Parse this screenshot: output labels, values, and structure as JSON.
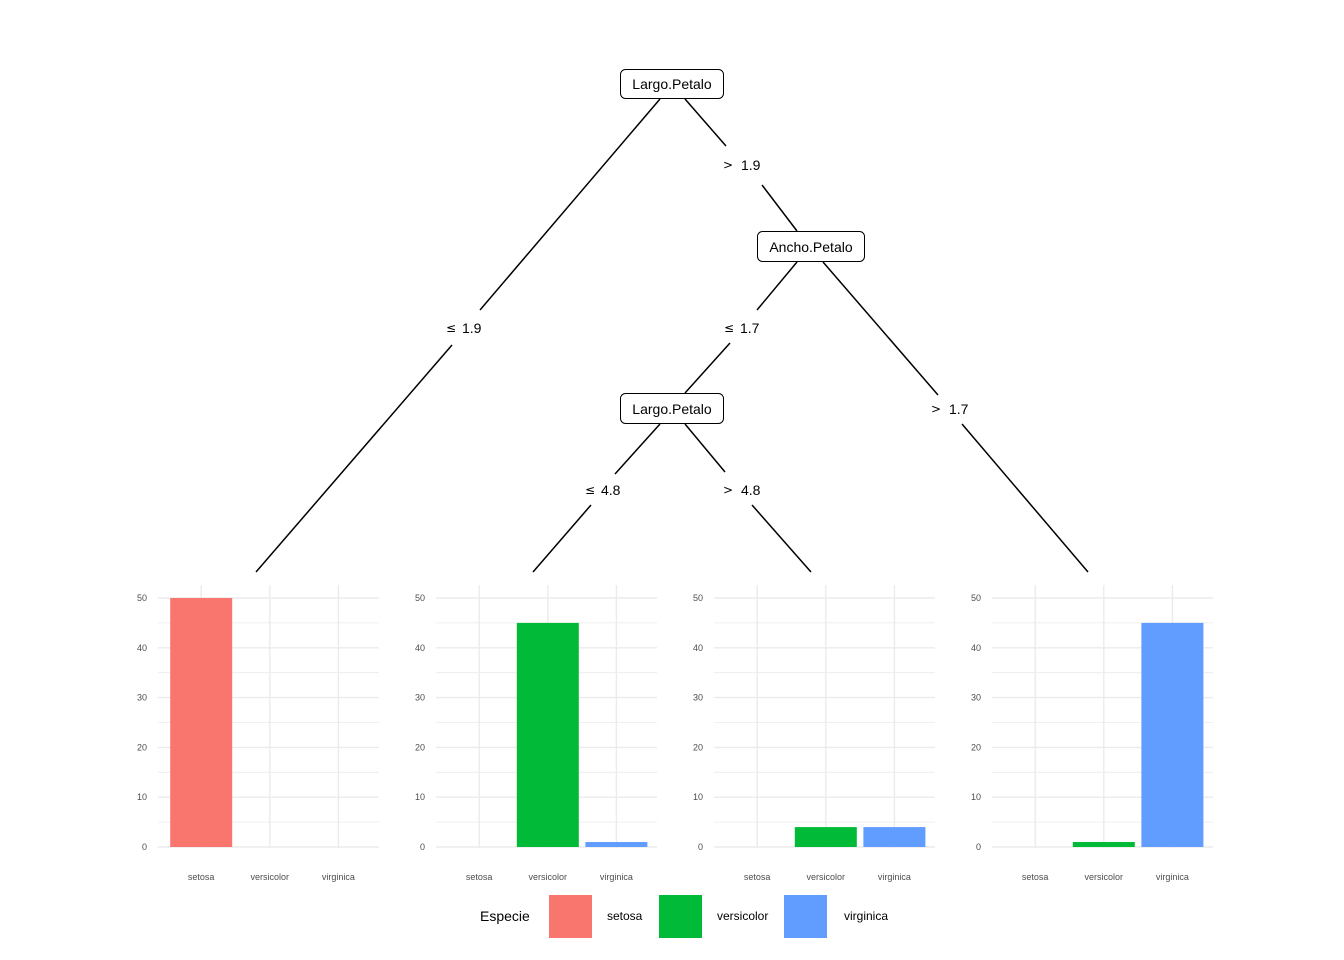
{
  "tree": {
    "nodes": [
      {
        "id": "n1",
        "label": "Largo.Petalo"
      },
      {
        "id": "n2",
        "label": "Ancho.Petalo"
      },
      {
        "id": "n3",
        "label": "Largo.Petalo"
      }
    ],
    "edges": [
      {
        "id": "e1",
        "op": "≤",
        "value": "1.9"
      },
      {
        "id": "e2",
        "op": ">",
        "value": "1.9"
      },
      {
        "id": "e3",
        "op": "≤",
        "value": "1.7"
      },
      {
        "id": "e4",
        "op": ">",
        "value": "1.7"
      },
      {
        "id": "e5",
        "op": "≤",
        "value": "4.8"
      },
      {
        "id": "e6",
        "op": ">",
        "value": "4.8"
      }
    ]
  },
  "colors": {
    "setosa": "#F8766D",
    "versicolor": "#00BA38",
    "virginica": "#619CFF",
    "grid": "#ebebeb"
  },
  "chart_data": [
    {
      "type": "bar",
      "categories": [
        "setosa",
        "versicolor",
        "virginica"
      ],
      "values": [
        50,
        0,
        0
      ],
      "ylim": [
        0,
        50
      ],
      "yticks": [
        0,
        10,
        20,
        30,
        40,
        50
      ]
    },
    {
      "type": "bar",
      "categories": [
        "setosa",
        "versicolor",
        "virginica"
      ],
      "values": [
        0,
        45,
        1
      ],
      "ylim": [
        0,
        50
      ],
      "yticks": [
        0,
        10,
        20,
        30,
        40,
        50
      ]
    },
    {
      "type": "bar",
      "categories": [
        "setosa",
        "versicolor",
        "virginica"
      ],
      "values": [
        0,
        4,
        4
      ],
      "ylim": [
        0,
        50
      ],
      "yticks": [
        0,
        10,
        20,
        30,
        40,
        50
      ]
    },
    {
      "type": "bar",
      "categories": [
        "setosa",
        "versicolor",
        "virginica"
      ],
      "values": [
        0,
        1,
        45
      ],
      "ylim": [
        0,
        50
      ],
      "yticks": [
        0,
        10,
        20,
        30,
        40,
        50
      ]
    }
  ],
  "legend": {
    "title": "Especie",
    "items": [
      {
        "label": "setosa",
        "color": "#F8766D"
      },
      {
        "label": "versicolor",
        "color": "#00BA38"
      },
      {
        "label": "virginica",
        "color": "#619CFF"
      }
    ]
  }
}
